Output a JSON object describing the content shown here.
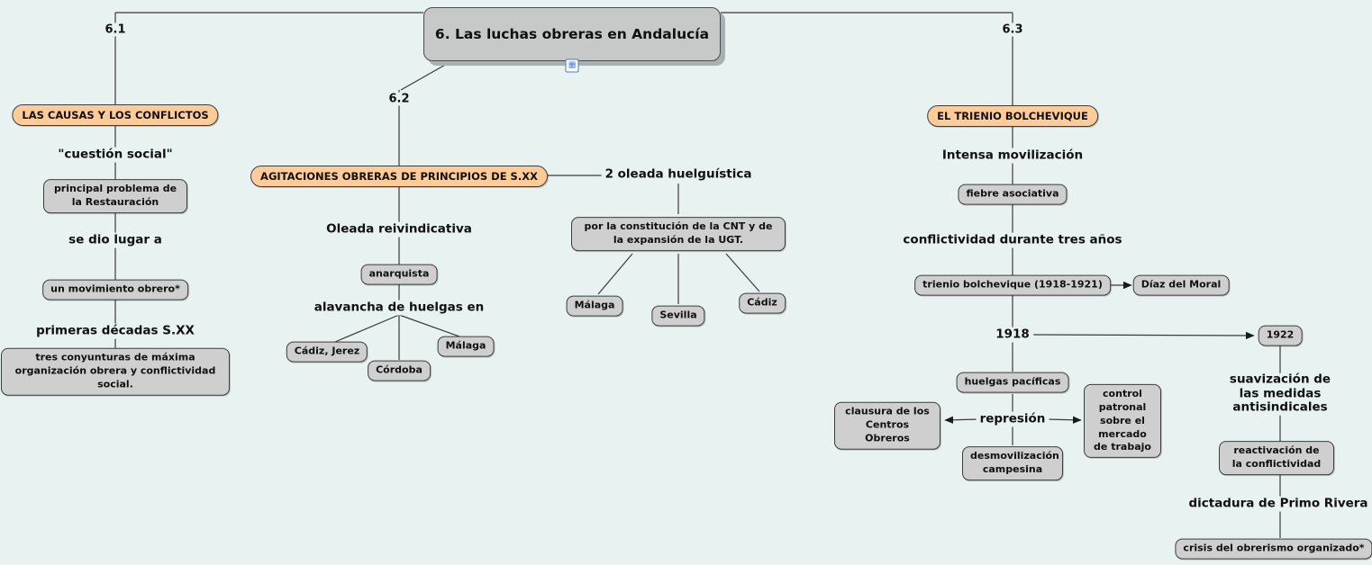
{
  "canvas": {
    "bg": "#e7f2f1",
    "box_gray": "#cfcfcf",
    "box_orange": "#ffcc99"
  },
  "icons": {
    "resource": "▦"
  },
  "title": "6. Las luchas obreras en Andalucía",
  "sections": {
    "one": "6.1",
    "two": "6.2",
    "three": "6.3"
  },
  "b1": {
    "topic": "LAS CAUSAS Y LOS CONFLICTOS",
    "link1": "\"cuestión social\"",
    "box1": "principal problema de la Restauración",
    "link2": "se dio lugar a",
    "box2": "un movimiento obrero*",
    "link3": "primeras décadas S.XX",
    "box3": "tres conyunturas de máxima organización obrera y conflictividad social."
  },
  "b2": {
    "topic": "AGITACIONES OBRERAS DE PRINCIPIOS DE S.XX",
    "link1": "Oleada reivindicativa",
    "box1": "anarquista",
    "link2": "alavancha de huelgas en",
    "city1": "Cádiz, Jerez",
    "city2": "Córdoba",
    "city3": "Málaga",
    "link3": "2 oleada huelguística",
    "box2": "por la constitución de la CNT y de la expansión de la UGT.",
    "city4": "Málaga",
    "city5": "Sevilla",
    "city6": "Cádiz"
  },
  "b3": {
    "topic": "EL TRIENIO BOLCHEVIQUE",
    "link1": "Intensa movilización",
    "box1": "fiebre asociativa",
    "link2": "conflictividad durante tres años",
    "box2": "trienio bolchevique (1918-1921)",
    "box3": "Díaz del Moral",
    "link3": "1918",
    "box4": "1922",
    "box5": "huelgas pacíficas",
    "link4": "represión",
    "box6": "clausura de los Centros Obreros",
    "box7": "control patronal sobre el mercado de trabajo",
    "box8": "desmovilización campesina",
    "link5": "suavización de las medidas antisindicales",
    "box9": "reactivación de la conflictividad",
    "link6": "dictadura de Primo Rivera",
    "box10": "crisis del obrerismo organizado*"
  }
}
